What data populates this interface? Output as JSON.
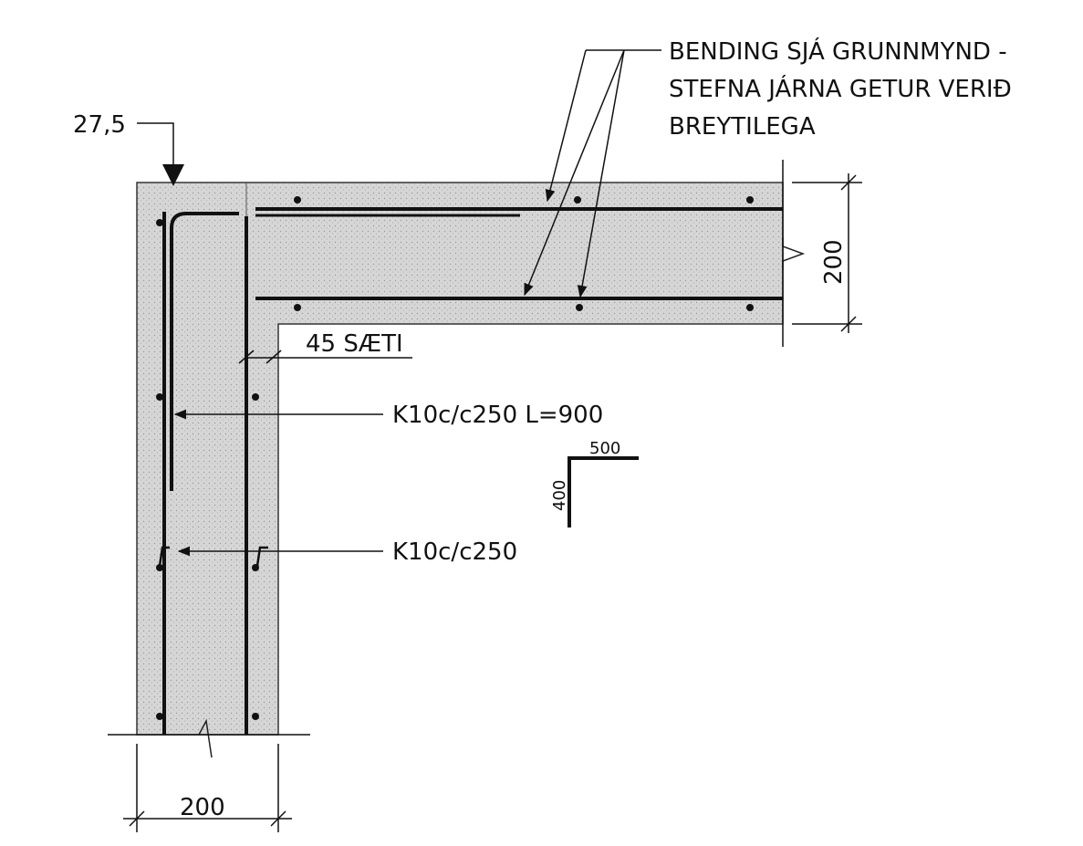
{
  "note": {
    "line1": "BENDING SJÁ GRUNNMYND -",
    "line2": "STEFNA JÁRNA GETUR VERIÐ",
    "line3": "BREYTILEGA"
  },
  "dimensions": {
    "cover_top": "27,5",
    "slab_thickness": "200",
    "wall_thickness": "200",
    "joint": "45 SÆTI"
  },
  "labels": {
    "bar_l": "K10c/c250 L=900",
    "bar_tie": "K10c/c250"
  },
  "bend_detail": {
    "horizontal_leg": "500",
    "vertical_leg": "400"
  },
  "colors": {
    "concrete_fill": "#d4d4d4",
    "line": "#111111"
  }
}
